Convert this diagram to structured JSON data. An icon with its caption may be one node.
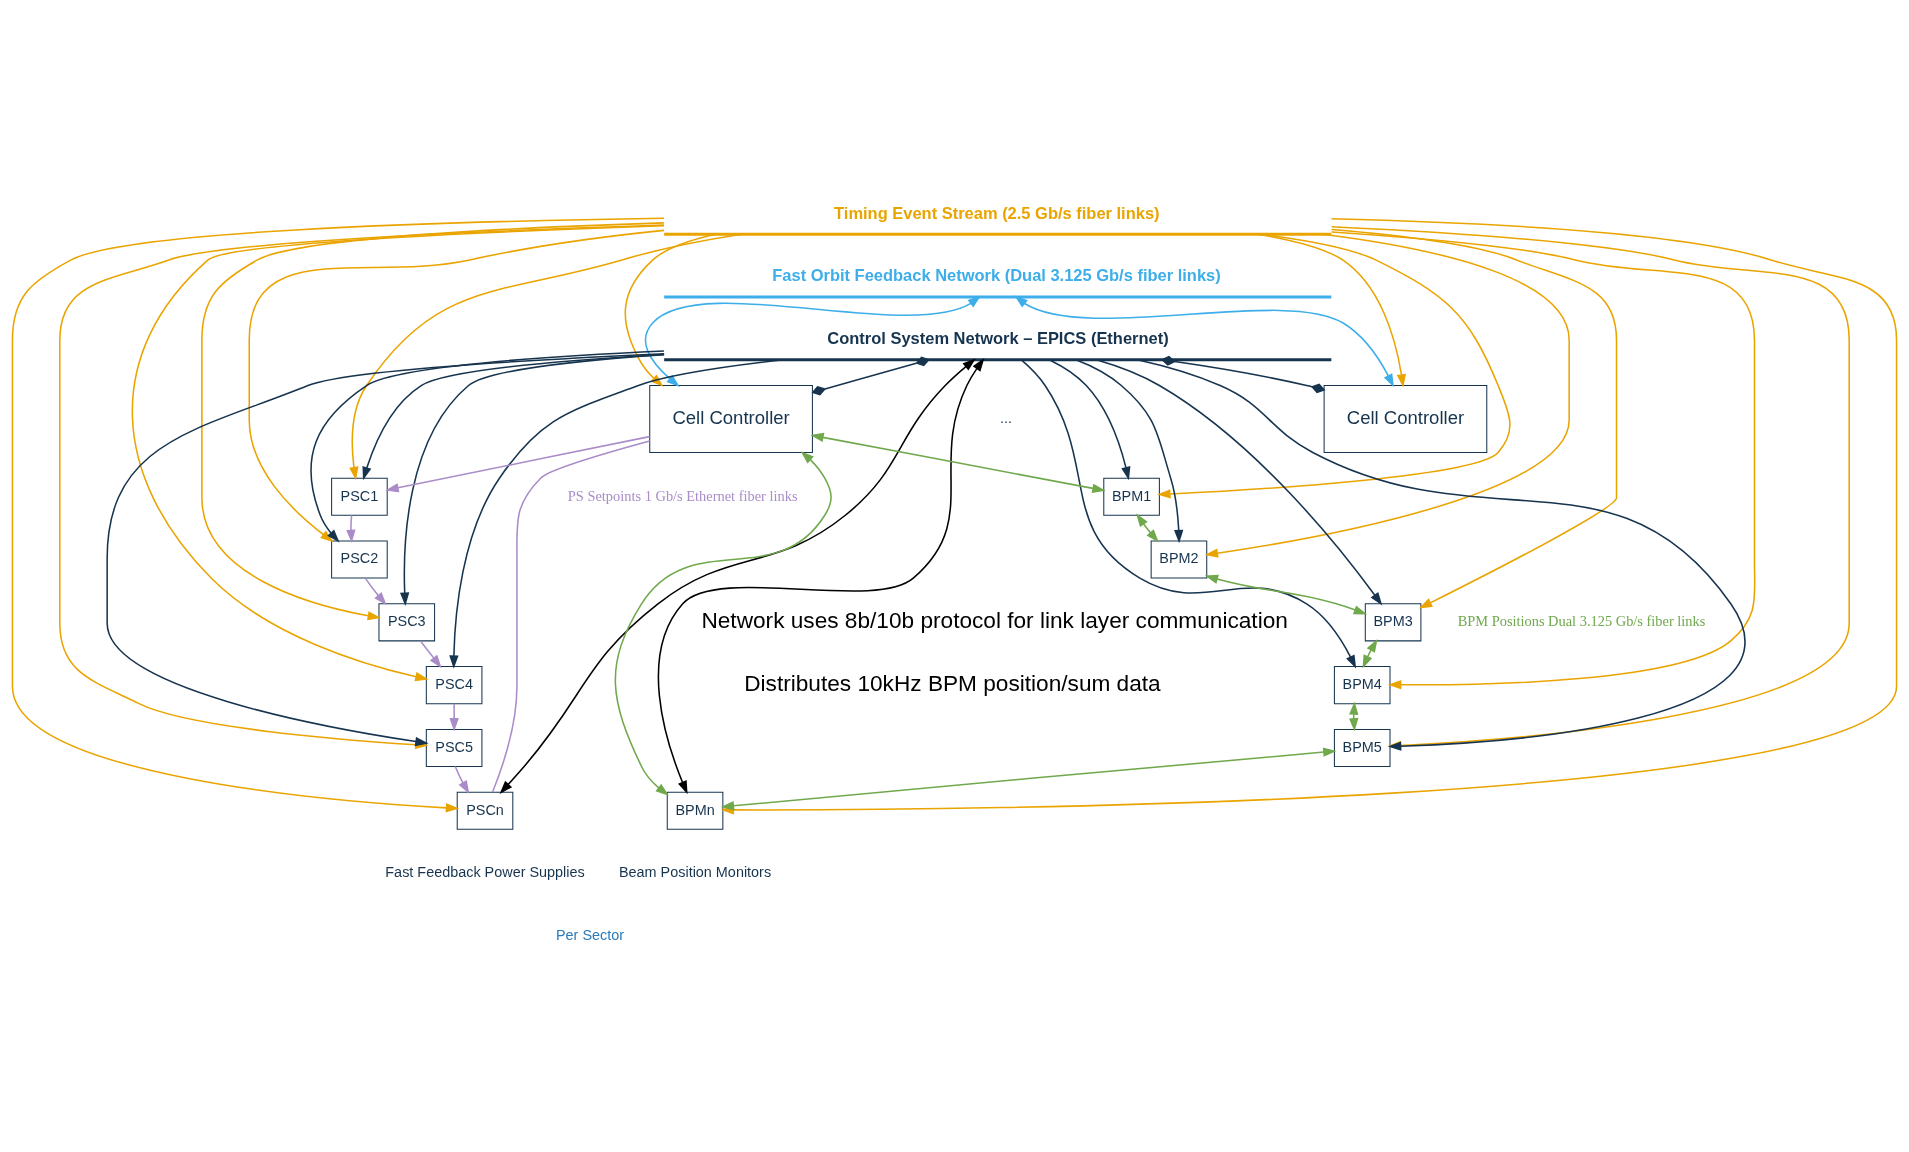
{
  "diagram": {
    "nodes": [
      {
        "text": [
          "Timing Event Stream (2.5 Gb/s fiber links)"
        ]
      },
      {
        "text": [
          "Fast Orbit Feedback Network (Dual 3.125 Gb/s fiber links)"
        ]
      },
      {
        "text": [
          "Control System Network – EPICS (Ethernet)"
        ]
      },
      {
        "text": [
          "Cell Controller"
        ]
      },
      {
        "text": [
          "Cell Controller"
        ]
      },
      {
        "text": [
          "PSC1"
        ]
      },
      {
        "text": [
          "PSC2"
        ]
      },
      {
        "text": [
          "PSC3"
        ]
      },
      {
        "text": [
          "PSC4"
        ]
      },
      {
        "text": [
          "PSC5"
        ]
      },
      {
        "text": [
          "PSCn"
        ]
      },
      {
        "text": [
          "BPM1"
        ]
      },
      {
        "text": [
          "BPM2"
        ]
      },
      {
        "text": [
          "BPM3"
        ]
      },
      {
        "text": [
          "BPM4"
        ]
      },
      {
        "text": [
          "BPM5"
        ]
      },
      {
        "text": [
          "BPMn"
        ]
      }
    ],
    "edges": [
      {
        "from": 0,
        "to": 3,
        "arrow": "to",
        "color": "#eaa400"
      },
      {
        "from": 0,
        "to": 4,
        "arrow": "to",
        "color": "#eaa400"
      },
      {
        "from": 1,
        "to": 3,
        "arrow": "both",
        "color": "#3daee9"
      },
      {
        "from": 1,
        "to": 4,
        "arrow": "both",
        "color": "#3daee9"
      },
      {
        "from": 2,
        "to": 3,
        "arrow": "other",
        "color": "#17344f"
      },
      {
        "from": 2,
        "to": 4,
        "arrow": "other",
        "color": "#17344f"
      },
      {
        "from": 2,
        "to": 5,
        "arrow": "to",
        "color": "#17344f"
      },
      {
        "from": 2,
        "to": 6,
        "arrow": "to",
        "color": "#17344f"
      },
      {
        "from": 2,
        "to": 7,
        "arrow": "to",
        "color": "#17344f"
      },
      {
        "from": 2,
        "to": 8,
        "arrow": "to",
        "color": "#17344f"
      },
      {
        "from": 2,
        "to": 9,
        "arrow": "to",
        "color": "#17344f"
      },
      {
        "from": 2,
        "to": 10,
        "arrow": "both",
        "color": "#000000"
      },
      {
        "from": 0,
        "to": 5,
        "arrow": "to",
        "color": "#eaa400"
      },
      {
        "from": 0,
        "to": 6,
        "arrow": "to",
        "color": "#eaa400"
      },
      {
        "from": 0,
        "to": 7,
        "arrow": "to",
        "color": "#eaa400"
      },
      {
        "from": 0,
        "to": 8,
        "arrow": "to",
        "color": "#eaa400"
      },
      {
        "from": 0,
        "to": 9,
        "arrow": "to",
        "color": "#eaa400"
      },
      {
        "from": 0,
        "to": 10,
        "arrow": "to",
        "color": "#eaa400"
      },
      {
        "from": 2,
        "to": 11,
        "arrow": "to",
        "color": "#17344f"
      },
      {
        "from": 2,
        "to": 12,
        "arrow": "to",
        "color": "#17344f"
      },
      {
        "from": 2,
        "to": 13,
        "arrow": "to",
        "color": "#17344f"
      },
      {
        "from": 2,
        "to": 14,
        "arrow": "to",
        "color": "#17344f"
      },
      {
        "from": 2,
        "to": 15,
        "arrow": "to",
        "color": "#17344f"
      },
      {
        "from": 2,
        "to": 16,
        "arrow": "both",
        "color": "#000000"
      },
      {
        "from": 0,
        "to": 11,
        "arrow": "to",
        "color": "#eaa400"
      },
      {
        "from": 0,
        "to": 12,
        "arrow": "to",
        "color": "#eaa400"
      },
      {
        "from": 0,
        "to": 13,
        "arrow": "to",
        "color": "#eaa400"
      },
      {
        "from": 0,
        "to": 14,
        "arrow": "to",
        "color": "#eaa400"
      },
      {
        "from": 0,
        "to": 15,
        "arrow": "to",
        "color": "#eaa400"
      },
      {
        "from": 0,
        "to": 16,
        "arrow": "to",
        "color": "#eaa400"
      },
      {
        "from": 3,
        "to": 5,
        "arrow": "to",
        "color": "#a98cc8"
      },
      {
        "from": 5,
        "to": 6,
        "arrow": "to",
        "color": "#a98cc8"
      },
      {
        "from": 6,
        "to": 7,
        "arrow": "to",
        "color": "#a98cc8"
      },
      {
        "from": 7,
        "to": 8,
        "arrow": "to",
        "color": "#a98cc8"
      },
      {
        "from": 8,
        "to": 9,
        "arrow": "to",
        "color": "#a98cc8"
      },
      {
        "from": 9,
        "to": 10,
        "arrow": "to",
        "color": "#a98cc8"
      },
      {
        "from": 10,
        "to": 3,
        "arrow": "none",
        "color": "#a98cc8"
      },
      {
        "from": 3,
        "to": 11,
        "arrow": "both",
        "color": "#70a84c"
      },
      {
        "from": 11,
        "to": 12,
        "arrow": "both",
        "color": "#70a84c"
      },
      {
        "from": 12,
        "to": 13,
        "arrow": "both",
        "color": "#70a84c"
      },
      {
        "from": 13,
        "to": 14,
        "arrow": "both",
        "color": "#70a84c"
      },
      {
        "from": 14,
        "to": 15,
        "arrow": "both",
        "color": "#70a84c"
      },
      {
        "from": 15,
        "to": 16,
        "arrow": "both",
        "color": "#70a84c"
      },
      {
        "from": 16,
        "to": 3,
        "arrow": "both",
        "color": "#70a84c"
      }
    ],
    "labels": [
      "PS Setpoints 1 Gb/s Ethernet fiber links",
      "...",
      "BPM Positions Dual 3.125 Gb/s fiber links",
      "Network uses 8b/10b protocol for link layer communication",
      "Distributes 10kHz BPM position/sum data",
      "Fast Feedback Power Supplies",
      "Beam Position Monitors",
      "Per Sector"
    ]
  }
}
